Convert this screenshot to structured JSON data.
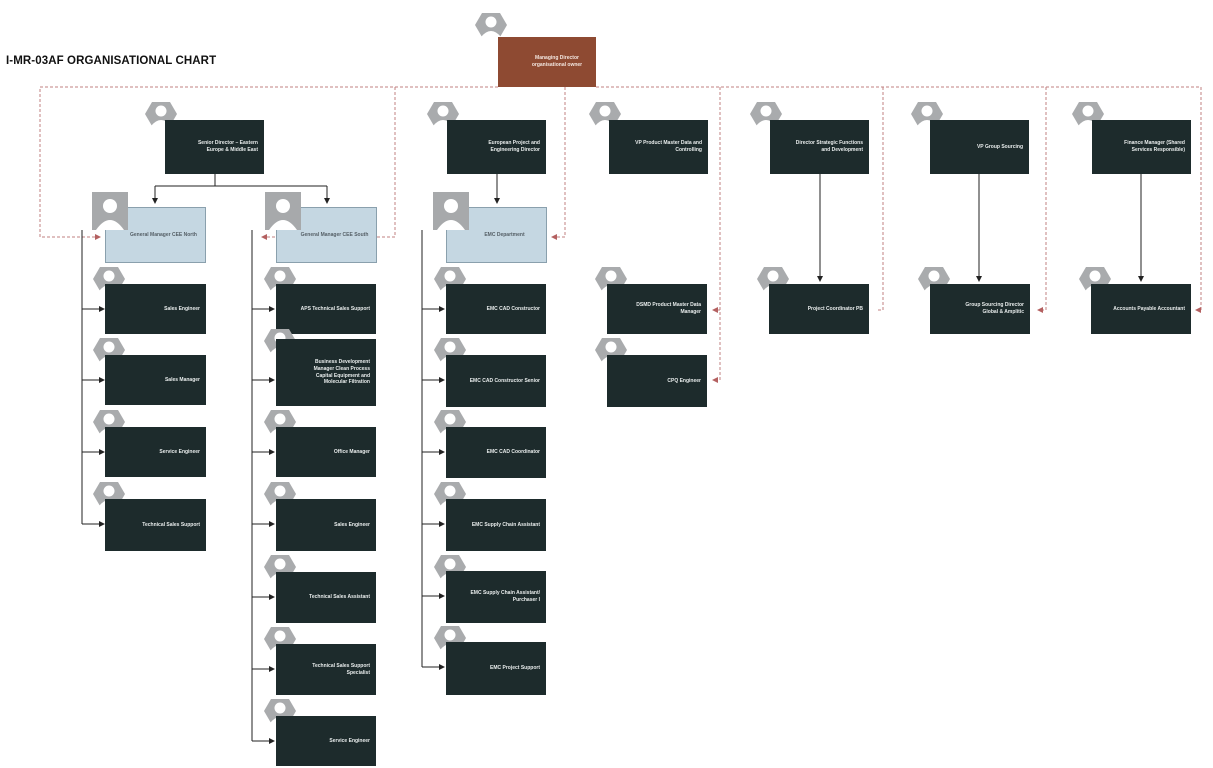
{
  "title": "I-MR-03AF ORGANISATIONAL CHART",
  "colors": {
    "box": "#1d2b2c",
    "top_box": "#8e4a32",
    "highlight_box": "#c5d7e2",
    "dashed_line": "#c08080",
    "solid_line": "#222222"
  },
  "top": {
    "label": "Managing Director organisational owner"
  },
  "directors": [
    {
      "label": "Senior Director – Eastern Europe & Middle East"
    },
    {
      "label": "European Project and Engineering Director"
    },
    {
      "label": "VP Product Master Data and Controlling"
    },
    {
      "label": "Director Strategic Functions and Development"
    },
    {
      "label": "VP Group Sourcing"
    },
    {
      "label": "Finance Manager (Shared Services Responsible)"
    }
  ],
  "managers": [
    {
      "label": "General Manager CEE North"
    },
    {
      "label": "General Manager CEE South"
    },
    {
      "label": "EMC Department"
    }
  ],
  "cee_north_staff": [
    {
      "label": "Sales Engineer"
    },
    {
      "label": "Sales Manager"
    },
    {
      "label": "Service Engineer"
    },
    {
      "label": "Technical Sales Support"
    }
  ],
  "cee_south_staff": [
    {
      "label": "APS Technical Sales Support"
    },
    {
      "label": "Business Development Manager Clean Process Capital Equipment and Molecular Filtration"
    },
    {
      "label": "Office Manager"
    },
    {
      "label": "Sales Engineer"
    },
    {
      "label": "Technical Sales Assistant"
    },
    {
      "label": "Technical Sales Support Specialist"
    },
    {
      "label": "Service Engineer"
    }
  ],
  "emc_staff": [
    {
      "label": "EMC CAD Constructor"
    },
    {
      "label": "EMC CAD Constructor Senior"
    },
    {
      "label": "EMC CAD Coordinator"
    },
    {
      "label": "EMC Supply Chain Assistant"
    },
    {
      "label": "EMC Supply Chain Assistant/ Purchaser I"
    },
    {
      "label": "EMC Project Support"
    }
  ],
  "pmd_staff": [
    {
      "label": "DSMD Product Master Data Manager"
    },
    {
      "label": "CPQ Engineer"
    }
  ],
  "strategic_staff": [
    {
      "label": "Project Coordinator PB"
    }
  ],
  "sourcing_staff": [
    {
      "label": "Group Sourcing Director Global & Amplitic"
    }
  ],
  "finance_staff": [
    {
      "label": "Accounts Payable Accountant"
    }
  ]
}
